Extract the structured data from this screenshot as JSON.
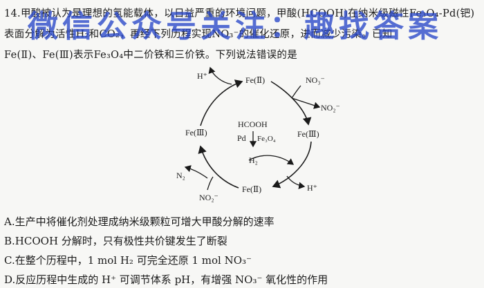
{
  "question": {
    "line1": "14.甲酸被认为是理想的氢能载体，以日益严重的环境问题，甲酸(HCOOH)在纳米级磁性Fe₃O₄-Pd(钯)",
    "line2": "表面分解为活性H₂和CO₂，再经下列历程实现NO₃⁻的催化还原，进而减少污染。已知",
    "line3": "Fe(Ⅱ)、Fe(Ⅲ)表示Fe₃O₄中二价铁和三价铁。下列说法错误的是"
  },
  "diagram": {
    "h_plus_top": "H⁺",
    "fe2_top": "Fe(Ⅱ)",
    "no3_top": "NO₃⁻",
    "no2_right": "NO₂⁻",
    "fe3_left": "Fe(Ⅲ)",
    "fe3_right": "Fe(Ⅲ)",
    "hcooh": "HCOOH",
    "pd": "Pd",
    "fe3o4": "Fe₃O₄",
    "h2": "H₂",
    "n2": "N₂",
    "no2_bottom": "NO₂⁻",
    "fe2_bottom": "Fe(Ⅱ)",
    "h_plus_bottom": "H⁺"
  },
  "options": {
    "a": "A.生产中将催化剂处理成纳米级颗粒可增大甲酸分解的速率",
    "b": "B.HCOOH 分解时，只有极性共价键发生了断裂",
    "c": "C.在整个历程中，1 mol H₂ 可完全还原 1 mol NO₃⁻",
    "d": "D.反应历程中生成的 H⁺ 可调节体系 pH，有增强 NO₃⁻ 氧化性的作用"
  },
  "watermark": {
    "text": "微信公众号关注：趣找答案",
    "color": "#2846c8"
  }
}
